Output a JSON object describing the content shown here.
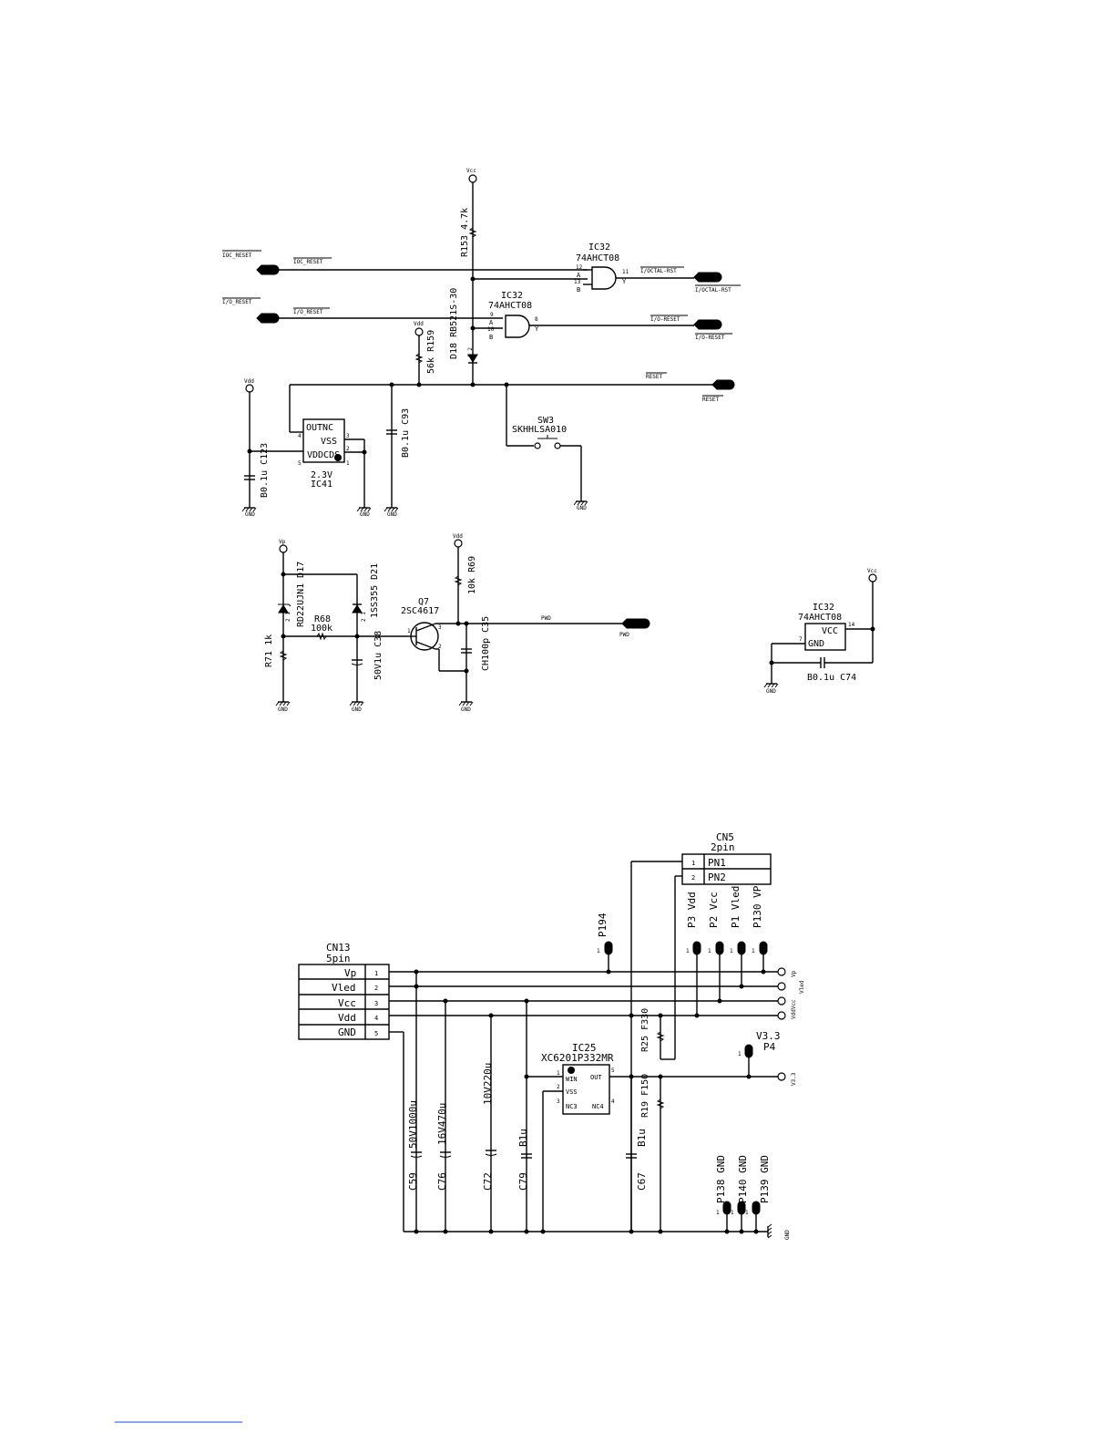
{
  "reset": {
    "vcc": "Vcc",
    "r153": "R153 4.7k",
    "ioc_reset_port": "IOC_RESET",
    "ioc_reset_net": "IOC_RESET",
    "io_reset_port": "I/O_RESET",
    "io_reset_net": "I/O_RESET",
    "ic32a_ref": "IC32",
    "ic32a_part": "74AHCT08",
    "ic32a_pin_a": "12",
    "ic32a_pin_b": "13",
    "ic32a_pin_y": "11",
    "ic32b_ref": "IC32",
    "ic32b_part": "74AHCT08",
    "ic32b_pin_a": "9",
    "ic32b_pin_b": "10",
    "ic32b_pin_y": "8",
    "letter_a": "A",
    "letter_b": "B",
    "letter_y": "Y",
    "octal_net": "I/OCTAL-RST",
    "octal_port": "I/OCTAL-RST",
    "io_out_net": "I/O-RESET",
    "io_out_port": "I/O-RESET",
    "reset_net": "RESET",
    "reset_port": "RESET",
    "vdd1": "Vdd",
    "r159": "56k R159",
    "d18": "D18 RB521S-30",
    "d18_pins": "1 2",
    "vdd2": "Vdd",
    "ic41_outnc": "OUTNC",
    "ic41_vss": "VSS",
    "ic41_vddcds": "VDDCDS",
    "ic41_pin4": "4",
    "ic41_pin3": "3",
    "ic41_pin2": "2",
    "ic41_pin5": "5",
    "ic41_pin1": "1",
    "ic41_volt": "2.3V",
    "ic41_ref": "IC41",
    "c123": "B0.1u C123",
    "c93": "B0.1u C93",
    "sw3_ref": "SW3",
    "sw3_part": "SKHHLSA010",
    "gnd": "GND"
  },
  "power_detect": {
    "vp": "Vp",
    "d17": "RD22UJN1 D17",
    "d21": "1SS355 D21",
    "diode_pins": "2 1",
    "r68_ref": "R68",
    "r68_val": "100k",
    "r71": "R71 1k",
    "c38": "50V1u C38",
    "q7_ref": "Q7",
    "q7_part": "2SC4617",
    "q7_pin1": "1",
    "q7_pin2": "2",
    "q7_pin3": "3",
    "vdd": "Vdd",
    "r69": "10k R69",
    "c35": "CH100p C35",
    "pwd_net": "PWD",
    "pwd_port": "PWD",
    "gnd": "GND"
  },
  "ic32_power": {
    "ref": "IC32",
    "part": "74AHCT08",
    "vcc_pin_label": "VCC",
    "gnd_pin_label": "GND",
    "pin14": "14",
    "pin7": "7",
    "vcc": "Vcc",
    "c74": "B0.1u C74",
    "gnd": "GND"
  },
  "connectors": {
    "cn5_ref": "CN5",
    "cn5_type": "2pin",
    "cn5_rows": [
      {
        "num": "1",
        "name": "PN1"
      },
      {
        "num": "2",
        "name": "PN2"
      }
    ],
    "cn13_ref": "CN13",
    "cn13_type": "5pin",
    "cn13_rows": [
      {
        "num": "1",
        "name": "Vp"
      },
      {
        "num": "2",
        "name": "Vled"
      },
      {
        "num": "3",
        "name": "Vcc"
      },
      {
        "num": "4",
        "name": "Vdd"
      },
      {
        "num": "5",
        "name": "GND"
      }
    ],
    "p194": "P194",
    "tp_pin": "1",
    "tp_labels": [
      "P3 Vdd",
      "P2 Vcc",
      "P1 Vled",
      "P130 VP"
    ],
    "right_vp": "Vp",
    "right_vled": "Vled",
    "right_vddvcc": "VddVcc",
    "r25": "R25 F330",
    "r19": "R19 F150",
    "ic25_ref": "IC25",
    "ic25_part": "XC6201P332MR",
    "ic25_win": "WIN",
    "ic25_out": "OUT",
    "ic25_vss": "VSS",
    "ic25_nc3": "NC3",
    "ic25_nc4": "NC4",
    "ic25_pin1": "1",
    "ic25_pin2": "2",
    "ic25_pin3": "3",
    "ic25_pin4": "4",
    "ic25_pin5": "5",
    "v33_label": "V3.3",
    "p4": "P4",
    "v33_port": "V3.3",
    "c59": "C59",
    "c59_val": "50V1000u",
    "c76": "C76",
    "c76_val": "16V470u",
    "c72": "C72",
    "c72_val": "10V220u",
    "c79": "C79",
    "c79_val": "B1u",
    "c67": "C67",
    "c67_val": "B1u",
    "p138": "P138 GND",
    "p140": "P140 GND",
    "p139": "P139 GND",
    "gnd": "GND"
  }
}
